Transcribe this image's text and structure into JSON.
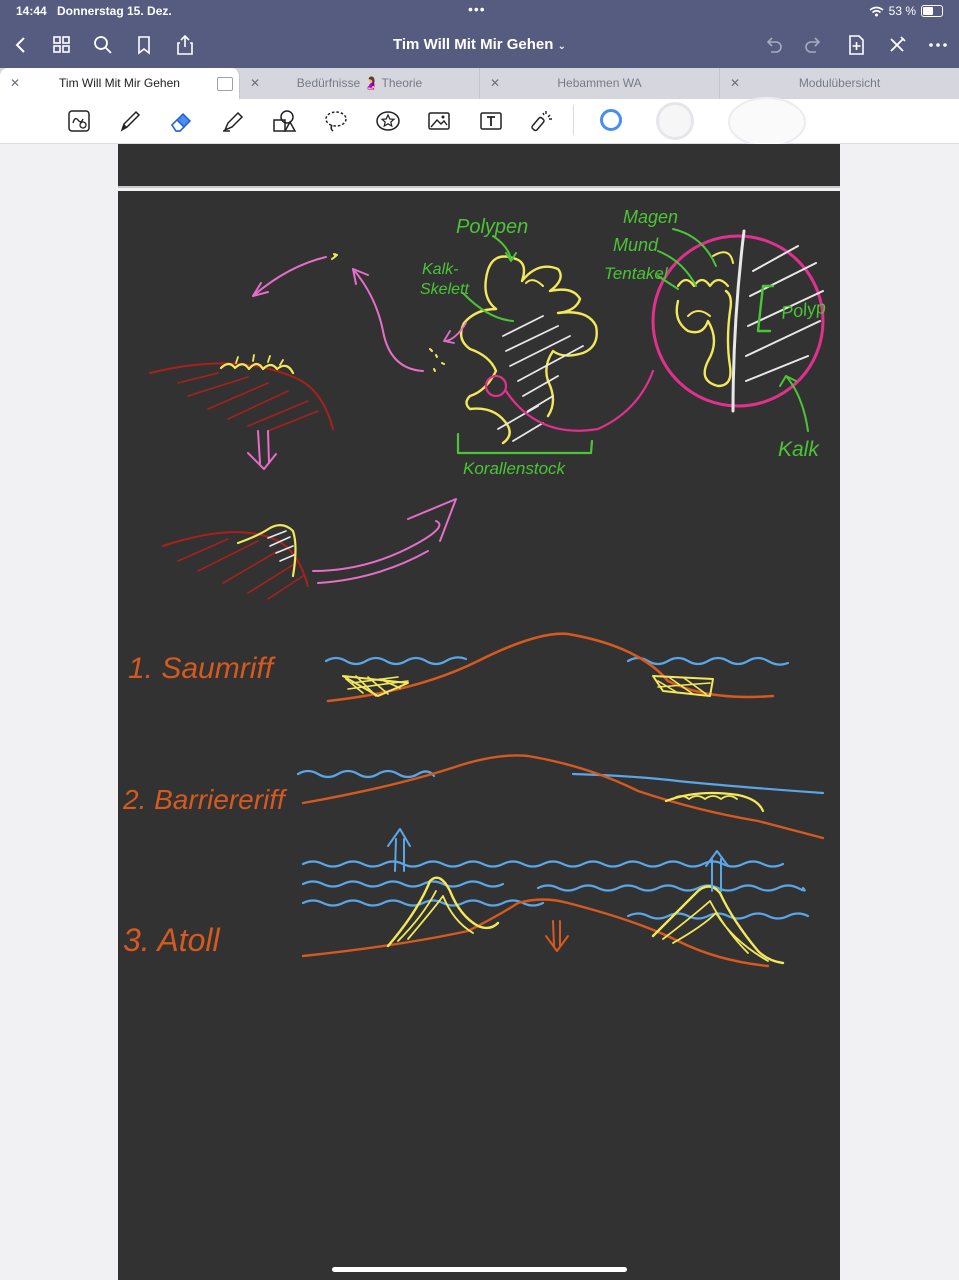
{
  "status_bar": {
    "time": "14:44",
    "date": "Donnerstag 15. Dez.",
    "battery": "53 %"
  },
  "nav": {
    "title": "Tim Will Mit Mir Gehen",
    "icons": [
      "back-icon",
      "grid-icon",
      "search-icon",
      "bookmark-icon",
      "share-icon",
      "undo-icon",
      "redo-icon",
      "add-page-icon",
      "close-pen-icon",
      "more-icon"
    ]
  },
  "tabs": [
    {
      "label": "Tim Will Mit Mir Gehen",
      "active": true
    },
    {
      "label": "Bedürfnisse 🤰 Theorie",
      "active": false
    },
    {
      "label": "Hebammen WA",
      "active": false
    },
    {
      "label": "Modulübersicht",
      "active": false
    }
  ],
  "toolbar": {
    "tools": [
      "lasso-zoom-icon",
      "pen-icon",
      "eraser-icon",
      "highlighter-icon",
      "shapes-icon",
      "lasso-icon",
      "sticker-icon",
      "image-icon",
      "text-icon",
      "laser-pointer-icon"
    ],
    "active_tool": "eraser-icon",
    "accent": "#4a8df0"
  },
  "note": {
    "labels": {
      "polypen": "Polypen",
      "magen": "Magen",
      "mund": "Mund",
      "tentakel": "Tentakel",
      "kalkskelett_1": "Kalk-",
      "kalkskelett_2": "Skelett",
      "polyp": "Polyp",
      "kalk": "Kalk",
      "korallenstock": "Korallenstock",
      "saumriff": "1. Saumriff",
      "barriereriff": "2. Barriereriff",
      "atoll": "3. Atoll"
    },
    "colors": {
      "green": "#4cc437",
      "yellow": "#f3e85a",
      "pink": "#e0318f",
      "magenta_arrow": "#e56ec8",
      "red": "#a8211c",
      "orange": "#d55a1f",
      "blue": "#5aa6e8",
      "white": "#e8e8e8"
    }
  }
}
